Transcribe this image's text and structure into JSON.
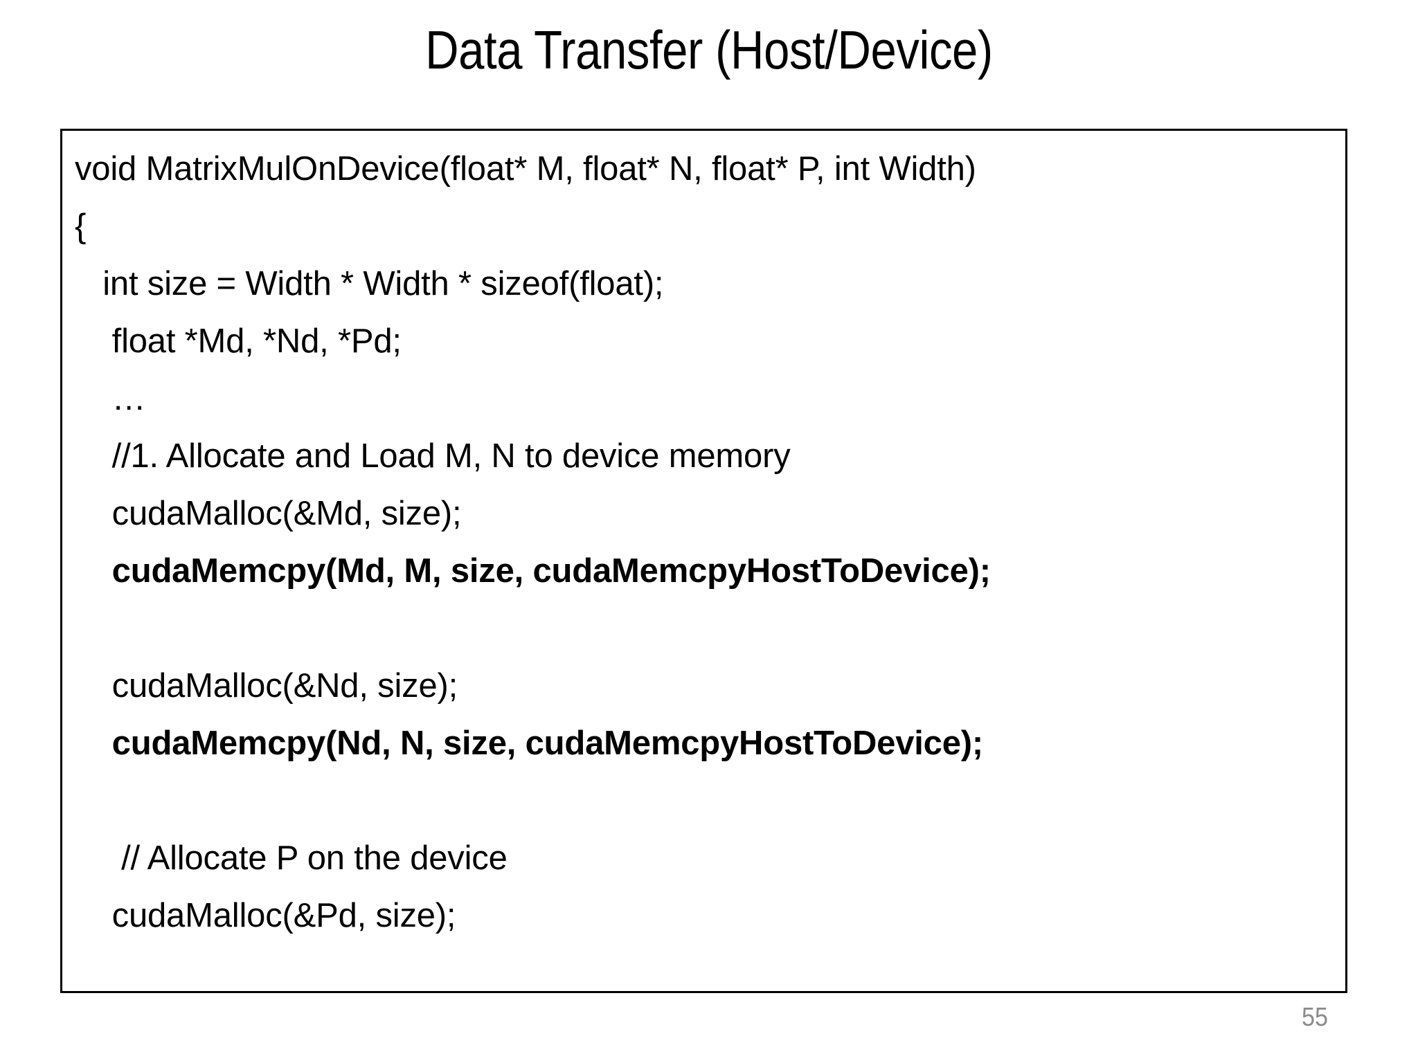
{
  "slide": {
    "title": "Data Transfer (Host/Device)",
    "page_number": "55",
    "page_number_color": "#8b8b8b",
    "background_color": "#ffffff",
    "text_color": "#000000",
    "border_color": "#000000"
  },
  "code_block": {
    "lines": [
      {
        "text": "void MatrixMulOnDevice(float* M, float* N, float* P, int Width)",
        "bold": false
      },
      {
        "text": "{",
        "bold": false
      },
      {
        "text": "   int size = Width * Width * sizeof(float);",
        "bold": false
      },
      {
        "text": "    float *Md, *Nd, *Pd;",
        "bold": false
      },
      {
        "text": "    …",
        "bold": false
      },
      {
        "text": "    //1. Allocate and Load M, N to device memory",
        "bold": false
      },
      {
        "text": "    cudaMalloc(&Md, size);",
        "bold": false
      },
      {
        "text": "    cudaMemcpy(Md, M, size, cudaMemcpyHostToDevice);",
        "bold": true
      },
      {
        "text": "",
        "bold": false
      },
      {
        "text": "    cudaMalloc(&Nd, size);",
        "bold": false
      },
      {
        "text": "    cudaMemcpy(Nd, N, size, cudaMemcpyHostToDevice);",
        "bold": true
      },
      {
        "text": "",
        "bold": false
      },
      {
        "text": "     // Allocate P on the device",
        "bold": false
      },
      {
        "text": "    cudaMalloc(&Pd, size);",
        "bold": false
      }
    ]
  }
}
